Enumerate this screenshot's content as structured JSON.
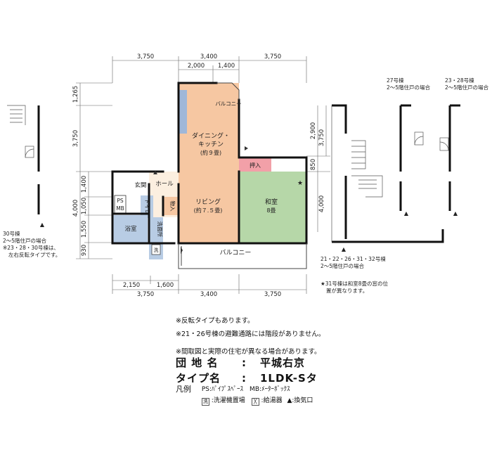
{
  "dimensions": {
    "top_main": [
      "3,750",
      "3,400",
      "3,750"
    ],
    "top_sub": [
      "2,000",
      "1,400"
    ],
    "left_upper": [
      "1,265",
      "3,750"
    ],
    "left_lower": [
      "1,400",
      "4,000",
      "1,050",
      "1,550",
      "930"
    ],
    "right_upper": [
      "2,900",
      "3,750"
    ],
    "right_lower": [
      "850",
      "4,000"
    ],
    "bottom_sub": [
      "2,150",
      "1,600"
    ],
    "bottom_main": [
      "3,750",
      "3,400",
      "3,750"
    ]
  },
  "rooms": {
    "dining_kitchen": "ダイニング・",
    "dining_kitchen_2": "キッチン",
    "dining_kitchen_size": "(約９畳)",
    "living": "リビング",
    "living_size": "(約７.５畳)",
    "washitsu": "和室",
    "washitsu_size": "8畳",
    "oshiire": "押入",
    "genkan": "玄関",
    "hall": "ホール",
    "toilet": "トイレ",
    "storage": "物入",
    "ps": "PS",
    "mb": "MB",
    "bath": "浴室",
    "washroom": "洗面所",
    "wash": "洗",
    "balcony_top": "バルコニー",
    "balcony_bottom": "バルコニー"
  },
  "side_notes": {
    "left": [
      "30号棟",
      "2～5階住戸の場合",
      "※23・28・30号棟は、",
      "左右反転タイプです。"
    ],
    "right_a": [
      "21・22・26・31・32号棟",
      "2～5階住戸の場合"
    ],
    "right_b": [
      "27号棟",
      "2～5階住戸の場合"
    ],
    "right_c": [
      "23・28号棟",
      "2～5階住戸の場合"
    ],
    "star_note": [
      "★31号棟は和室8畳の窓の位",
      "置が異なります。"
    ]
  },
  "notes": [
    "※反転タイプもあります。",
    "※21・26号棟の避難通路には階段がありません。",
    "※間取図と実際の住宅が異なる場合があります。"
  ],
  "info": {
    "complex_label": "団 地 名",
    "complex_value": "平城右京",
    "type_label": "タイプ名",
    "type_value": "1LDK-Sタ",
    "separator": ":"
  },
  "legend": {
    "title": "凡例",
    "line1": "PS:ﾊﾟｲﾌﾟｽﾍﾟｰｽ　MB:ﾒｰﾀｰﾎﾞｯｸｽ",
    "wash_mark": "洗",
    "line2_a": ":洗濯機置場",
    "line2_b": ":給湯器",
    "line2_c": "▲:換気口"
  },
  "colors": {
    "ldk": "#f6c7a2",
    "washitsu": "#b6d7a8",
    "oshiire": "#f2a0a8",
    "wet_area": "#b8cce4",
    "hall": "#fcefe0",
    "genkan": "#ffffff",
    "kitchen_counter": "#9fb7d8"
  }
}
